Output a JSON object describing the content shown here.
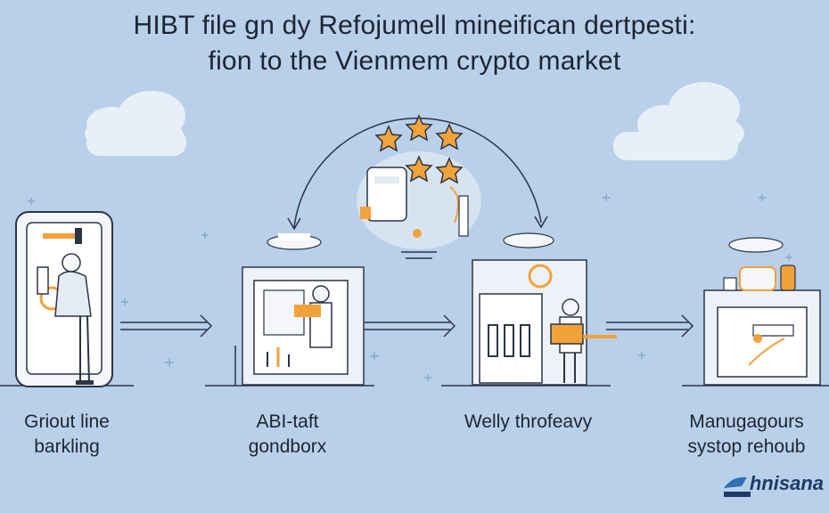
{
  "title": {
    "line1": "HIBT file gn dy Refojumell mineifican dertpesti:",
    "line2": "fion to the Vienmem crypto market"
  },
  "stages": [
    {
      "line1": "Griout line",
      "line2": "barkling"
    },
    {
      "line1": "ABI-taft",
      "line2": "gondborx"
    },
    {
      "line1": "Welly throfeavy",
      "line2": ""
    },
    {
      "line1": "Manugagours",
      "line2": "systop rehoub"
    }
  ],
  "logo": {
    "text": "hnisana",
    "icon": "logo-swoosh-icon"
  },
  "colors": {
    "background": "#b9d0ea",
    "accent": "#f2a23a",
    "line": "#2b3445",
    "panel": "#f4f6fa"
  },
  "icons": [
    "star-icon",
    "cloud-icon",
    "sparkle-icon",
    "arrow-right-icon",
    "loop-arrow-icon"
  ]
}
